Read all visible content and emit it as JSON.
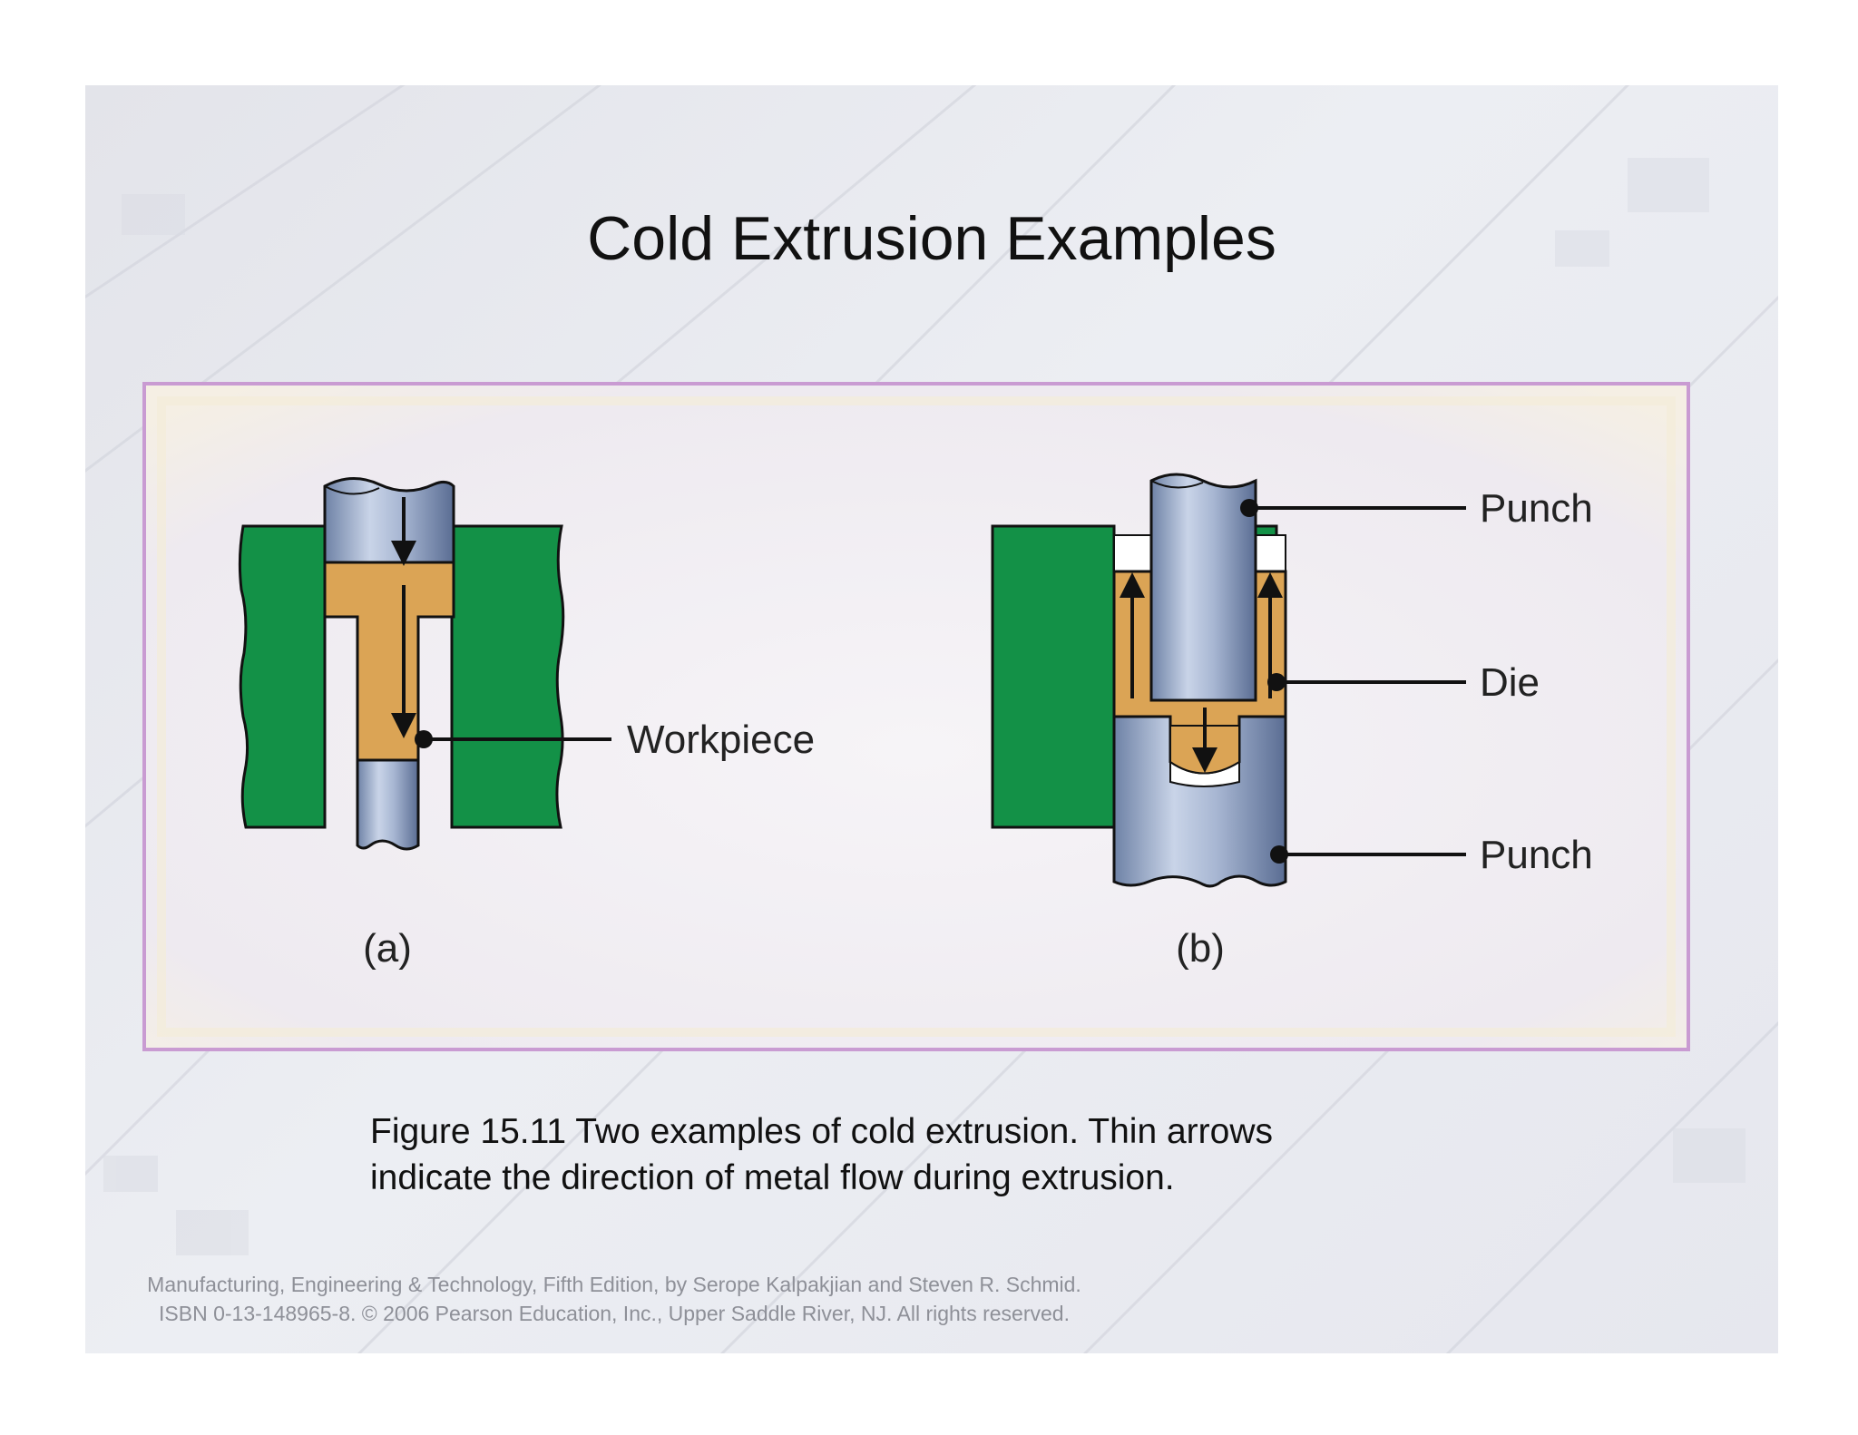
{
  "slide": {
    "title": "Cold Extrusion Examples"
  },
  "figure": {
    "panel_a": {
      "tag": "(a)",
      "label_workpiece": "Workpiece"
    },
    "panel_b": {
      "tag": "(b)",
      "label_punch_top": "Punch",
      "label_die": "Die",
      "label_punch_bottom": "Punch"
    }
  },
  "caption": {
    "line1": "Figure 15.11  Two examples of cold extrusion.  Thin arrows",
    "line2": "indicate the direction of metal flow during extrusion."
  },
  "footer": {
    "line1": "Manufacturing, Engineering & Technology, Fifth Edition, by Serope Kalpakjian and Steven R. Schmid.",
    "line2": "ISBN 0-13-148965-8. © 2006 Pearson Education, Inc., Upper Saddle River, NJ.  All rights reserved."
  },
  "colors": {
    "die": "#139147",
    "workpiece": "#dba455",
    "punch": "#a9b9d6",
    "frame_border": "#c99bd2"
  }
}
